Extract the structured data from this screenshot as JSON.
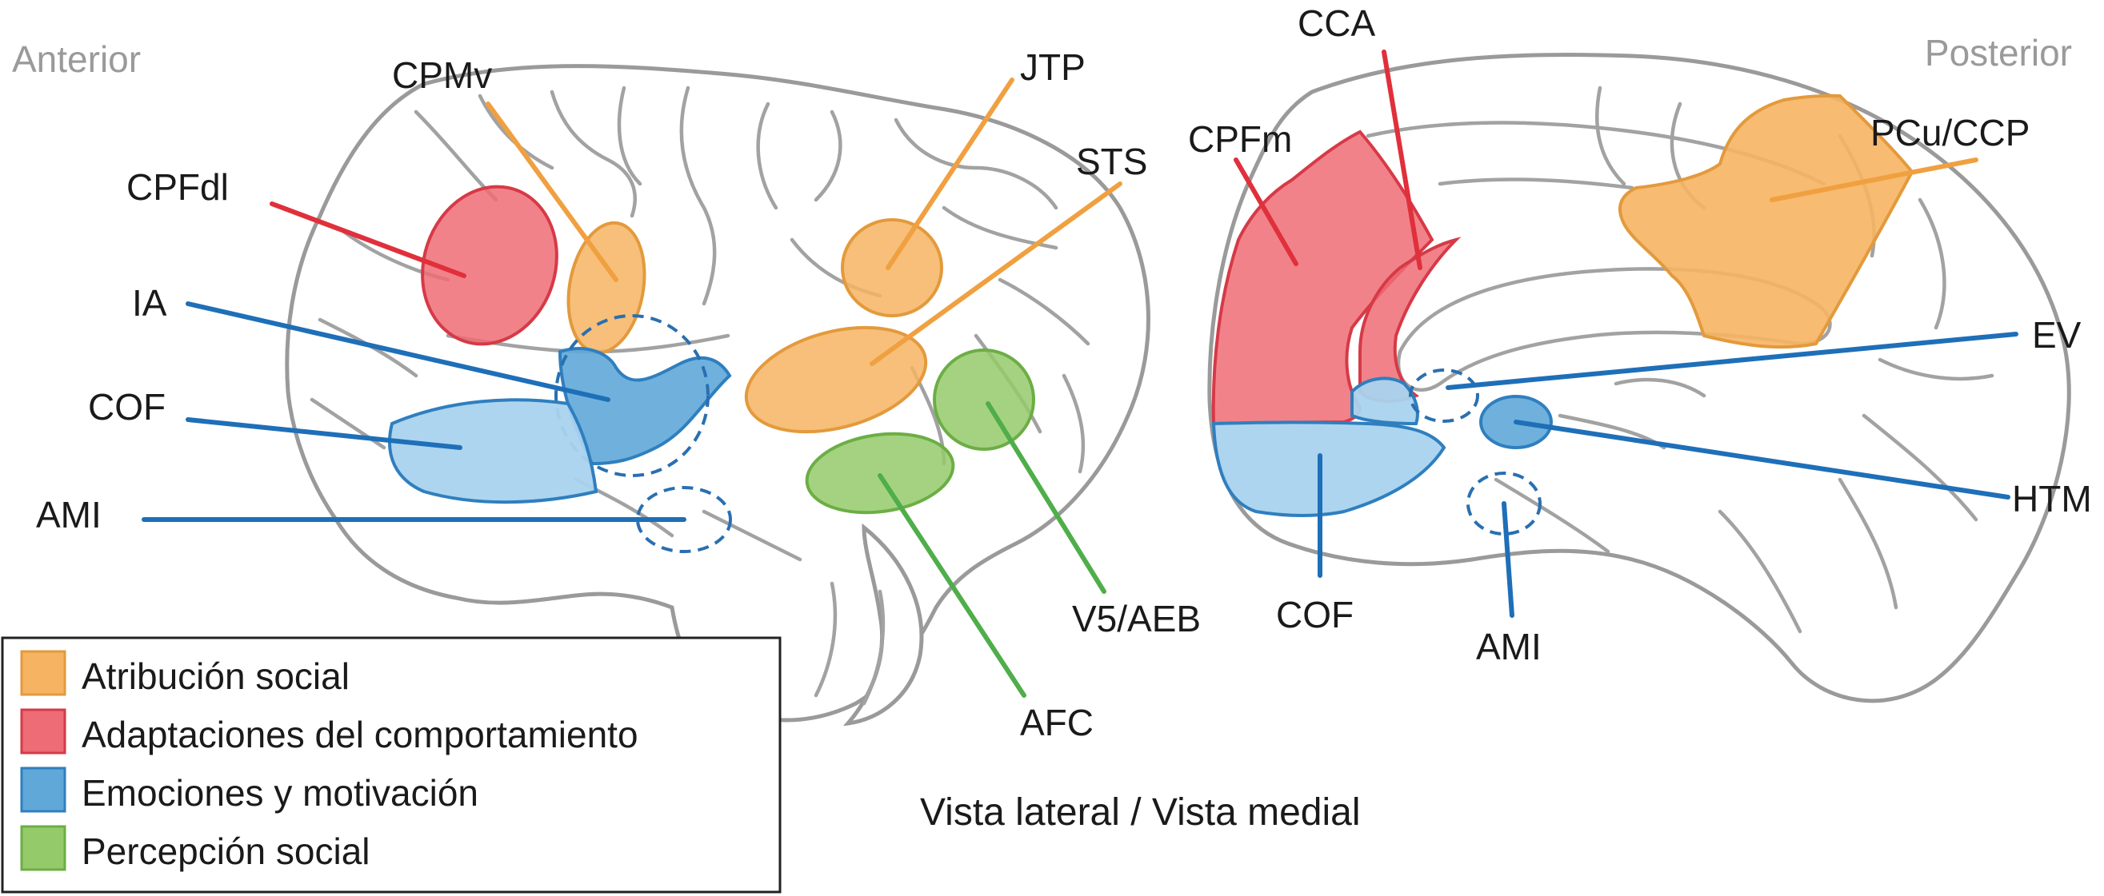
{
  "orientation": {
    "left": "Anterior",
    "right": "Posterior"
  },
  "caption": "Vista lateral / Vista medial",
  "colors": {
    "social_attribution": "#f6b462",
    "behavior_adaptation": "#ee6c76",
    "emotion_motivation": "#5fa8d8",
    "social_perception": "#95ca6b",
    "line_orange": "#f0a040",
    "line_red": "#e0303b",
    "line_blue": "#1e6fb8",
    "line_green": "#4fae4a"
  },
  "lateral_labels": {
    "cpmv": "CPMv",
    "cpfdl": "CPFdl",
    "ia": "IA",
    "cof": "COF",
    "ami": "AMI",
    "jtp": "JTP",
    "sts": "STS",
    "v5aeb": "V5/AEB",
    "afc": "AFC"
  },
  "medial_labels": {
    "cca": "CCA",
    "cpfm": "CPFm",
    "pcu_ccp": "PCu/CCP",
    "ev": "EV",
    "htm": "HTM",
    "cof": "COF",
    "ami": "AMI"
  },
  "legend": [
    {
      "label": "Atribución social",
      "color": "#f6b462",
      "border": "#e39a3c"
    },
    {
      "label": "Adaptaciones del comportamiento",
      "color": "#ee6c76",
      "border": "#d63a46"
    },
    {
      "label": "Emociones y motivación",
      "color": "#5fa8d8",
      "border": "#2f7fbf"
    },
    {
      "label": "Percepción social",
      "color": "#95ca6b",
      "border": "#6cae45"
    }
  ]
}
